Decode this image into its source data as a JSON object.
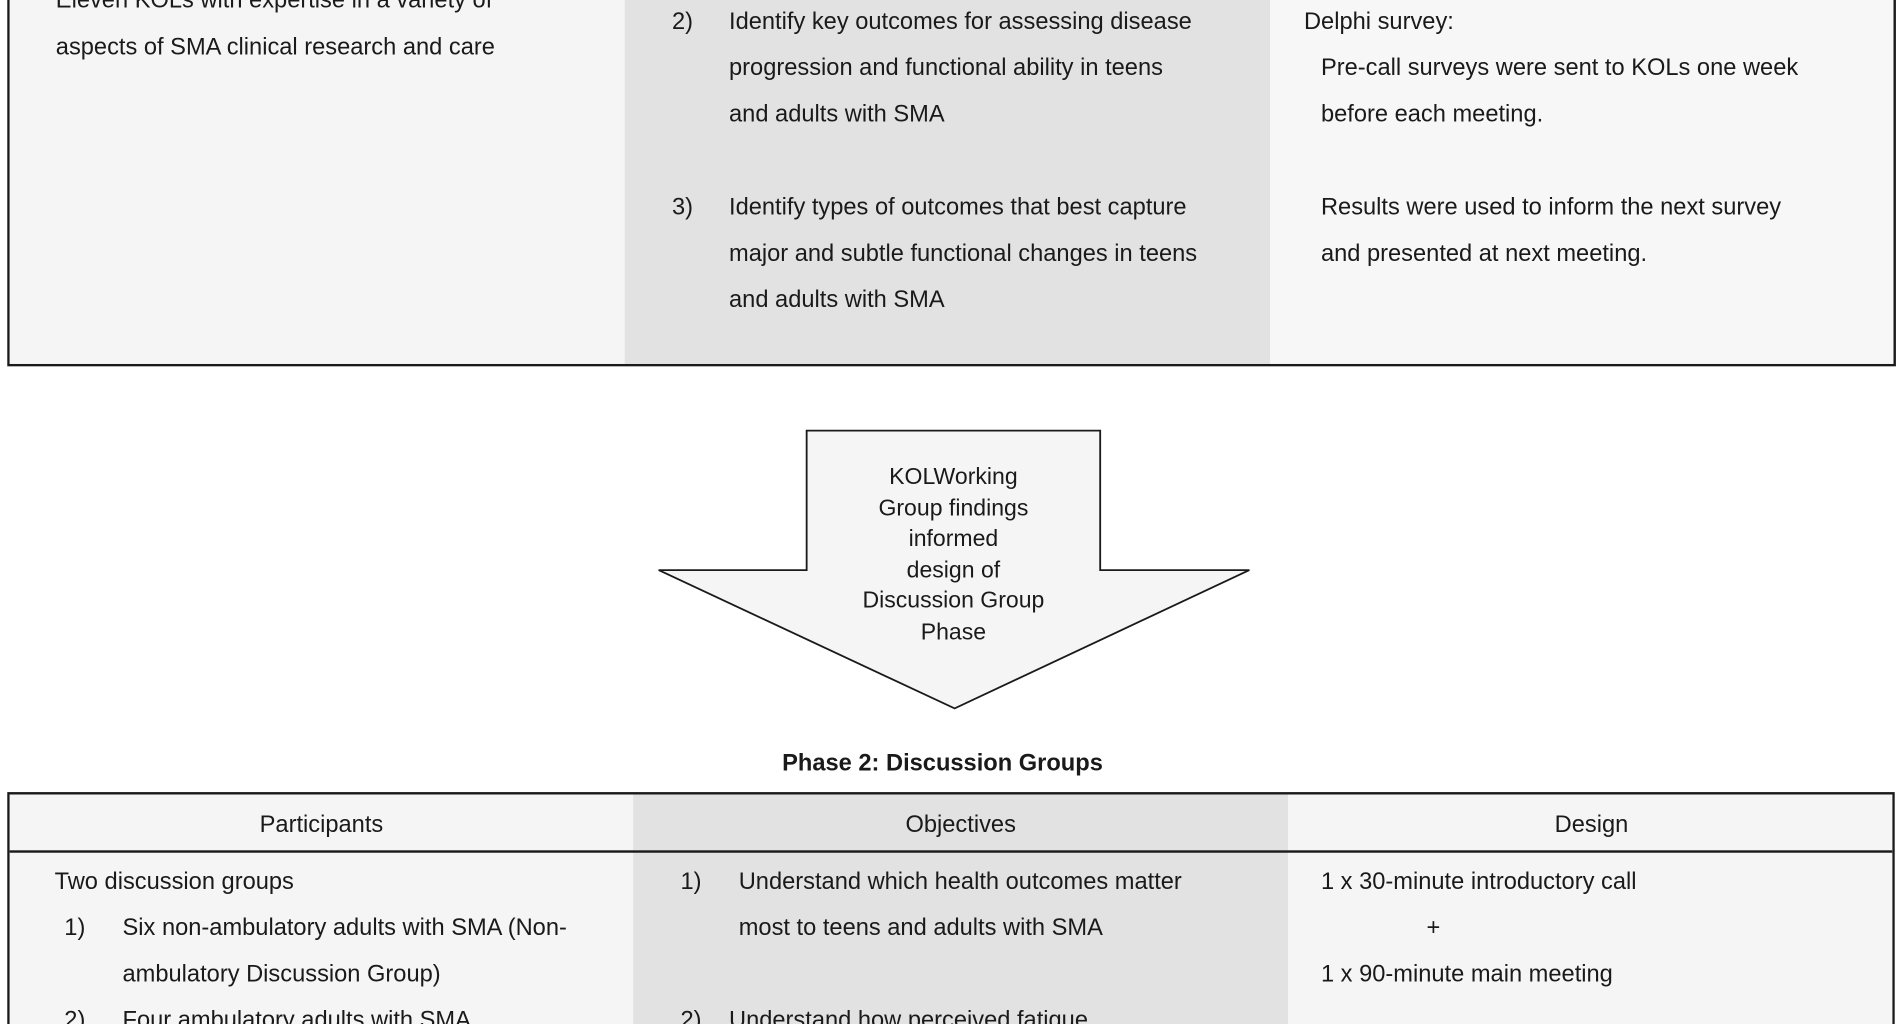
{
  "phase1": {
    "participants": [
      "Eleven KOLs with expertise in a variety of",
      "aspects of SMA clinical research and care"
    ],
    "objectives": [
      {
        "num": "2)",
        "lines": [
          "Identify key outcomes for assessing disease",
          "progression and functional ability in teens",
          "and adults with SMA"
        ]
      },
      {
        "num": "3)",
        "lines": [
          "Identify types of outcomes that best capture",
          "major and subtle functional changes in teens",
          "and adults with SMA"
        ]
      }
    ],
    "design": {
      "heading": "Delphi survey:",
      "p1": [
        "Pre-call surveys were sent to KOLs one week",
        "before each meeting."
      ],
      "p2": [
        "Results were used to inform the next survey",
        "and presented at next meeting."
      ]
    }
  },
  "arrow": {
    "lines": [
      "KOLWorking",
      "Group findings",
      "informed",
      "design of",
      "Discussion Group",
      "Phase"
    ]
  },
  "phase2": {
    "title": "Phase 2: Discussion Groups",
    "headers": [
      "Participants",
      "Objectives",
      "Design"
    ],
    "participants": {
      "intro": "Two discussion groups",
      "items": [
        {
          "num": "1)",
          "lines": [
            "Six non-ambulatory adults with SMA (Non-",
            "ambulatory Discussion Group)"
          ]
        },
        {
          "num": "2)",
          "lines": [
            "Four ambulatory adults with SMA"
          ]
        }
      ]
    },
    "objectives": [
      {
        "num": "1)",
        "lines": [
          "Understand which health outcomes matter",
          "most to teens and adults with SMA"
        ]
      },
      {
        "num": "2)",
        "lines": [
          "Understand how perceived fatigue"
        ]
      }
    ],
    "design": [
      "1 x 30-minute introductory call",
      "+",
      "1 x 90-minute main meeting"
    ]
  }
}
